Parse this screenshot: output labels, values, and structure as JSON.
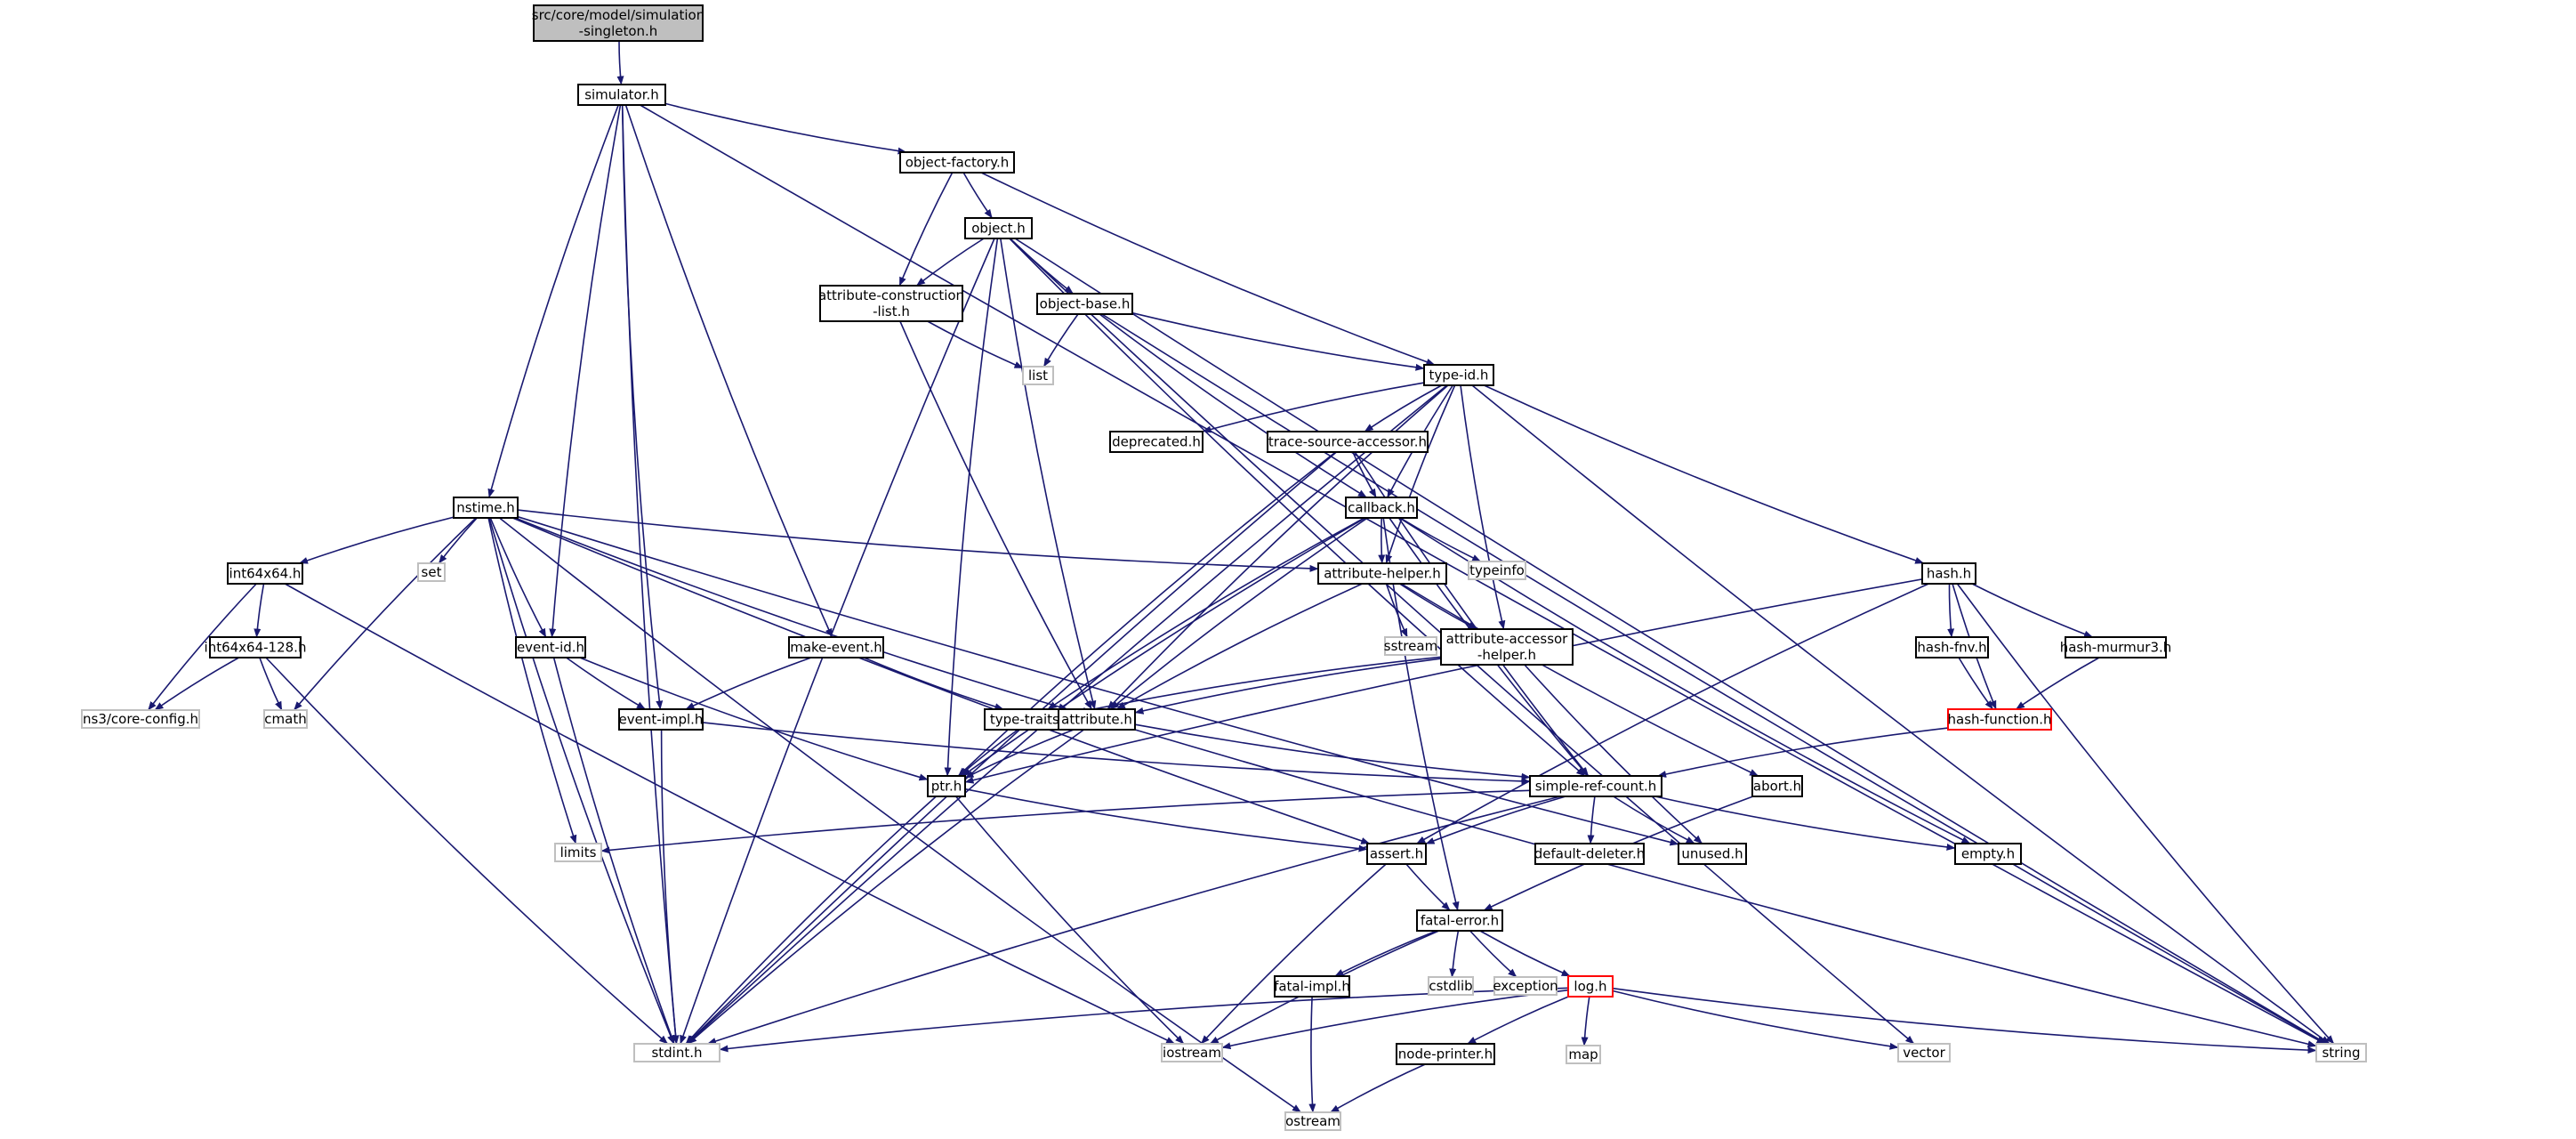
{
  "diagram": {
    "nodes": [
      {
        "id": "root",
        "lines": [
          "src/core/model/simulation",
          "-singleton.h"
        ],
        "style": "root"
      },
      {
        "id": "simulator",
        "lines": [
          "simulator.h"
        ],
        "style": "doc"
      },
      {
        "id": "object_factory",
        "lines": [
          "object-factory.h"
        ],
        "style": "doc"
      },
      {
        "id": "object",
        "lines": [
          "object.h"
        ],
        "style": "doc"
      },
      {
        "id": "attr_constr",
        "lines": [
          "attribute-construction",
          "-list.h"
        ],
        "style": "doc"
      },
      {
        "id": "object_base",
        "lines": [
          "object-base.h"
        ],
        "style": "doc"
      },
      {
        "id": "list",
        "lines": [
          "list"
        ],
        "style": "ext"
      },
      {
        "id": "type_id",
        "lines": [
          "type-id.h"
        ],
        "style": "doc"
      },
      {
        "id": "deprecated",
        "lines": [
          "deprecated.h"
        ],
        "style": "doc"
      },
      {
        "id": "trace_src",
        "lines": [
          "trace-source-accessor.h"
        ],
        "style": "doc"
      },
      {
        "id": "callback",
        "lines": [
          "callback.h"
        ],
        "style": "doc"
      },
      {
        "id": "typeinfo",
        "lines": [
          "typeinfo"
        ],
        "style": "ext"
      },
      {
        "id": "attr_helper",
        "lines": [
          "attribute-helper.h"
        ],
        "style": "doc"
      },
      {
        "id": "sstream",
        "lines": [
          "sstream"
        ],
        "style": "ext"
      },
      {
        "id": "attr_acc",
        "lines": [
          "attribute-accessor",
          "-helper.h"
        ],
        "style": "doc"
      },
      {
        "id": "hash",
        "lines": [
          "hash.h"
        ],
        "style": "doc"
      },
      {
        "id": "hash_fnv",
        "lines": [
          "hash-fnv.h"
        ],
        "style": "doc"
      },
      {
        "id": "hash_murmur",
        "lines": [
          "hash-murmur3.h"
        ],
        "style": "doc"
      },
      {
        "id": "hash_function",
        "lines": [
          "hash-function.h"
        ],
        "style": "red"
      },
      {
        "id": "nstime",
        "lines": [
          "nstime.h"
        ],
        "style": "doc"
      },
      {
        "id": "int64x64",
        "lines": [
          "int64x64.h"
        ],
        "style": "doc"
      },
      {
        "id": "set",
        "lines": [
          "set"
        ],
        "style": "ext"
      },
      {
        "id": "int128",
        "lines": [
          "int64x64-128.h"
        ],
        "style": "doc"
      },
      {
        "id": "core_config",
        "lines": [
          "ns3/core-config.h"
        ],
        "style": "ext"
      },
      {
        "id": "cmath",
        "lines": [
          "cmath"
        ],
        "style": "ext"
      },
      {
        "id": "event_id",
        "lines": [
          "event-id.h"
        ],
        "style": "doc"
      },
      {
        "id": "event_impl",
        "lines": [
          "event-impl.h"
        ],
        "style": "doc"
      },
      {
        "id": "make_event",
        "lines": [
          "make-event.h"
        ],
        "style": "doc"
      },
      {
        "id": "type_traits",
        "lines": [
          "type-traits.h"
        ],
        "style": "doc"
      },
      {
        "id": "attribute",
        "lines": [
          "attribute.h"
        ],
        "style": "doc"
      },
      {
        "id": "ptr",
        "lines": [
          "ptr.h"
        ],
        "style": "doc"
      },
      {
        "id": "simple_ref",
        "lines": [
          "simple-ref-count.h"
        ],
        "style": "doc"
      },
      {
        "id": "abort",
        "lines": [
          "abort.h"
        ],
        "style": "doc"
      },
      {
        "id": "limits",
        "lines": [
          "limits"
        ],
        "style": "ext"
      },
      {
        "id": "assert",
        "lines": [
          "assert.h"
        ],
        "style": "doc"
      },
      {
        "id": "default_deleter",
        "lines": [
          "default-deleter.h"
        ],
        "style": "doc"
      },
      {
        "id": "unused",
        "lines": [
          "unused.h"
        ],
        "style": "doc"
      },
      {
        "id": "empty",
        "lines": [
          "empty.h"
        ],
        "style": "doc"
      },
      {
        "id": "fatal_error",
        "lines": [
          "fatal-error.h"
        ],
        "style": "doc"
      },
      {
        "id": "fatal_impl",
        "lines": [
          "fatal-impl.h"
        ],
        "style": "doc"
      },
      {
        "id": "cstdlib",
        "lines": [
          "cstdlib"
        ],
        "style": "ext"
      },
      {
        "id": "exception",
        "lines": [
          "exception"
        ],
        "style": "ext"
      },
      {
        "id": "log",
        "lines": [
          "log.h"
        ],
        "style": "red"
      },
      {
        "id": "node_printer",
        "lines": [
          "node-printer.h"
        ],
        "style": "doc"
      },
      {
        "id": "map",
        "lines": [
          "map"
        ],
        "style": "ext"
      },
      {
        "id": "stdint",
        "lines": [
          "stdint.h"
        ],
        "style": "ext"
      },
      {
        "id": "iostream",
        "lines": [
          "iostream"
        ],
        "style": "ext"
      },
      {
        "id": "vector",
        "lines": [
          "vector"
        ],
        "style": "ext"
      },
      {
        "id": "string",
        "lines": [
          "string"
        ],
        "style": "ext"
      },
      {
        "id": "ostream",
        "lines": [
          "ostream"
        ],
        "style": "ext"
      }
    ],
    "edges": [
      [
        "root",
        "simulator"
      ],
      [
        "simulator",
        "object_factory"
      ],
      [
        "simulator",
        "nstime"
      ],
      [
        "simulator",
        "event_id"
      ],
      [
        "simulator",
        "event_impl"
      ],
      [
        "simulator",
        "make_event"
      ],
      [
        "simulator",
        "stdint"
      ],
      [
        "simulator",
        "string"
      ],
      [
        "object_factory",
        "object"
      ],
      [
        "object_factory",
        "attr_constr"
      ],
      [
        "object_factory",
        "type_id"
      ],
      [
        "object",
        "attr_constr"
      ],
      [
        "object",
        "object_base"
      ],
      [
        "object",
        "ptr"
      ],
      [
        "object",
        "attribute"
      ],
      [
        "object",
        "simple_ref"
      ],
      [
        "object",
        "stdint"
      ],
      [
        "object",
        "vector"
      ],
      [
        "object",
        "string"
      ],
      [
        "attr_constr",
        "list"
      ],
      [
        "attr_constr",
        "attribute"
      ],
      [
        "object_base",
        "list"
      ],
      [
        "object_base",
        "type_id"
      ],
      [
        "object_base",
        "callback"
      ],
      [
        "object_base",
        "string"
      ],
      [
        "type_id",
        "deprecated"
      ],
      [
        "type_id",
        "trace_src"
      ],
      [
        "type_id",
        "callback"
      ],
      [
        "type_id",
        "attr_helper"
      ],
      [
        "type_id",
        "attr_acc"
      ],
      [
        "type_id",
        "attribute"
      ],
      [
        "type_id",
        "hash"
      ],
      [
        "type_id",
        "stdint"
      ],
      [
        "type_id",
        "string"
      ],
      [
        "trace_src",
        "callback"
      ],
      [
        "trace_src",
        "ptr"
      ],
      [
        "trace_src",
        "simple_ref"
      ],
      [
        "trace_src",
        "stdint"
      ],
      [
        "callback",
        "typeinfo"
      ],
      [
        "callback",
        "attr_helper"
      ],
      [
        "callback",
        "attribute"
      ],
      [
        "callback",
        "ptr"
      ],
      [
        "callback",
        "simple_ref"
      ],
      [
        "callback",
        "type_traits"
      ],
      [
        "callback",
        "fatal_error"
      ],
      [
        "callback",
        "empty"
      ],
      [
        "attr_helper",
        "sstream"
      ],
      [
        "attr_helper",
        "attr_acc"
      ],
      [
        "attr_helper",
        "attribute"
      ],
      [
        "attr_helper",
        "abort"
      ],
      [
        "attr_acc",
        "type_traits"
      ],
      [
        "attr_acc",
        "attribute"
      ],
      [
        "attr_acc",
        "unused"
      ],
      [
        "hash",
        "hash_fnv"
      ],
      [
        "hash",
        "hash_murmur"
      ],
      [
        "hash",
        "hash_function"
      ],
      [
        "hash",
        "ptr"
      ],
      [
        "hash",
        "assert"
      ],
      [
        "hash",
        "string"
      ],
      [
        "hash_fnv",
        "hash_function"
      ],
      [
        "hash_murmur",
        "hash_function"
      ],
      [
        "hash_function",
        "simple_ref"
      ],
      [
        "nstime",
        "int64x64"
      ],
      [
        "nstime",
        "set"
      ],
      [
        "nstime",
        "cmath"
      ],
      [
        "nstime",
        "event_id"
      ],
      [
        "nstime",
        "attr_helper"
      ],
      [
        "nstime",
        "attribute"
      ],
      [
        "nstime",
        "assert"
      ],
      [
        "nstime",
        "limits"
      ],
      [
        "nstime",
        "stdint"
      ],
      [
        "nstime",
        "ostream"
      ],
      [
        "nstime",
        "unused"
      ],
      [
        "int64x64",
        "int128"
      ],
      [
        "int64x64",
        "core_config"
      ],
      [
        "int64x64",
        "iostream"
      ],
      [
        "int128",
        "core_config"
      ],
      [
        "int128",
        "cmath"
      ],
      [
        "int128",
        "stdint"
      ],
      [
        "event_id",
        "event_impl"
      ],
      [
        "event_id",
        "ptr"
      ],
      [
        "event_id",
        "stdint"
      ],
      [
        "event_impl",
        "simple_ref"
      ],
      [
        "event_impl",
        "stdint"
      ],
      [
        "make_event",
        "event_impl"
      ],
      [
        "make_event",
        "type_traits"
      ],
      [
        "type_traits",
        "ptr"
      ],
      [
        "attribute",
        "ptr"
      ],
      [
        "attribute",
        "simple_ref"
      ],
      [
        "attribute",
        "stdint"
      ],
      [
        "attribute",
        "string"
      ],
      [
        "ptr",
        "assert"
      ],
      [
        "ptr",
        "iostream"
      ],
      [
        "ptr",
        "stdint"
      ],
      [
        "simple_ref",
        "default_deleter"
      ],
      [
        "simple_ref",
        "unused"
      ],
      [
        "simple_ref",
        "assert"
      ],
      [
        "simple_ref",
        "empty"
      ],
      [
        "simple_ref",
        "limits"
      ],
      [
        "simple_ref",
        "stdint"
      ],
      [
        "abort",
        "fatal_error"
      ],
      [
        "assert",
        "fatal_error"
      ],
      [
        "assert",
        "iostream"
      ],
      [
        "fatal_error",
        "fatal_impl"
      ],
      [
        "fatal_error",
        "cstdlib"
      ],
      [
        "fatal_error",
        "exception"
      ],
      [
        "fatal_error",
        "log"
      ],
      [
        "fatal_error",
        "iostream"
      ],
      [
        "fatal_impl",
        "ostream"
      ],
      [
        "log",
        "node_printer"
      ],
      [
        "log",
        "map"
      ],
      [
        "log",
        "stdint"
      ],
      [
        "log",
        "iostream"
      ],
      [
        "log",
        "vector"
      ],
      [
        "log",
        "string"
      ],
      [
        "node_printer",
        "ostream"
      ]
    ]
  },
  "colors": {
    "edge": "#191970",
    "node_border": "#000000",
    "external_border": "#bfbfbf",
    "incomplete_border": "#ff0000",
    "root_fill": "#bfbfbf",
    "background": "#ffffff"
  }
}
